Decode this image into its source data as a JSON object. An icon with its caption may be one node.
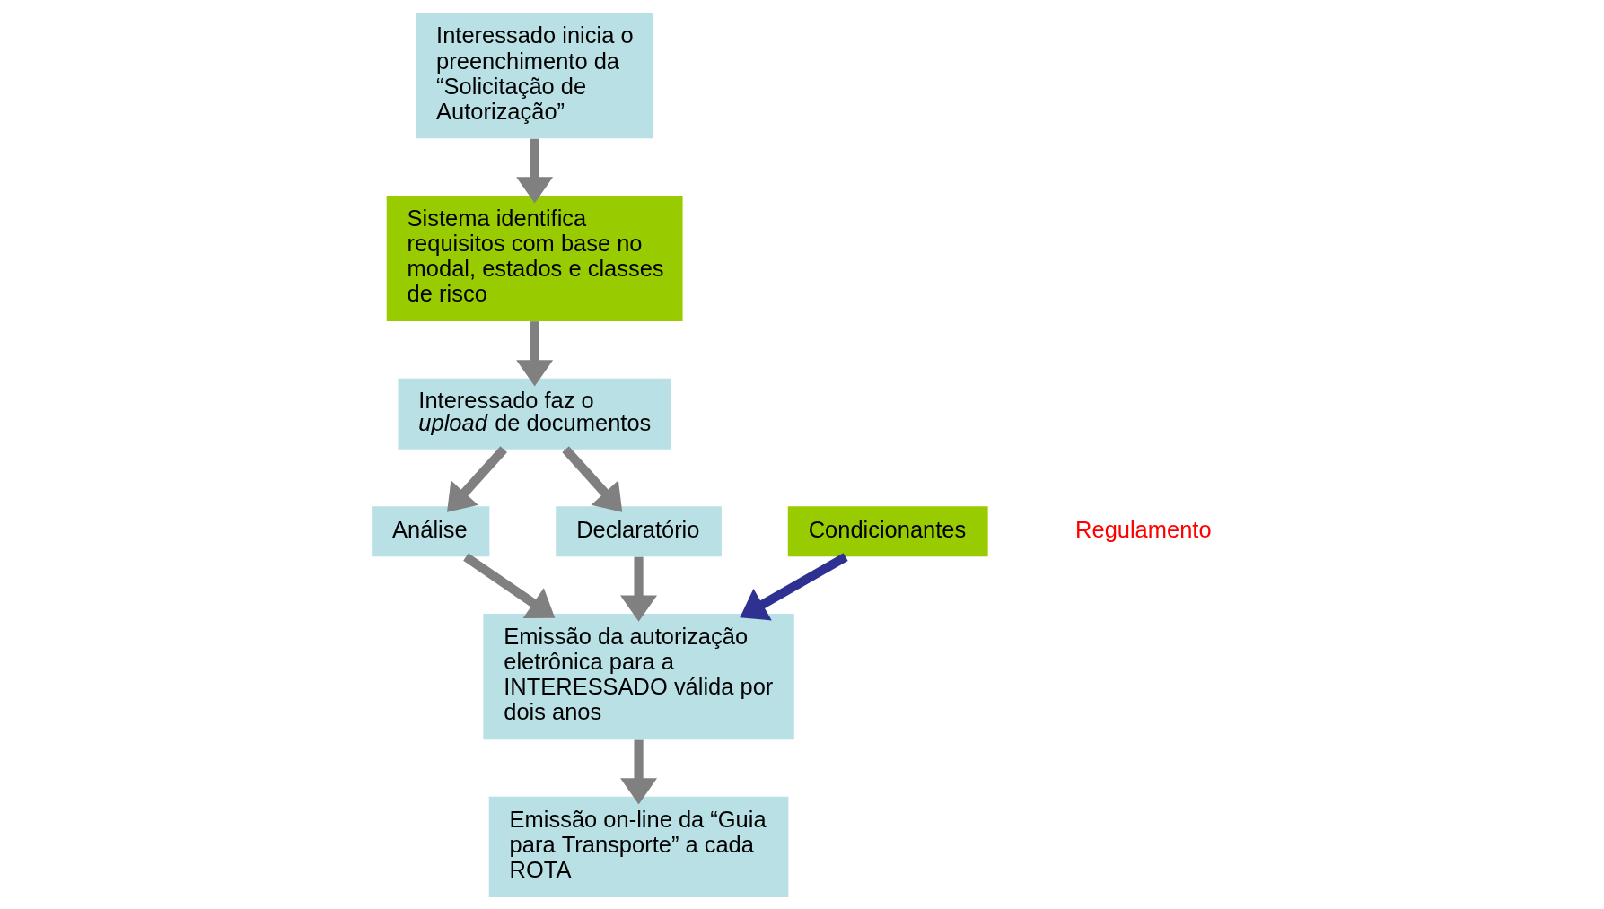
{
  "diagram": {
    "nodes": [
      {
        "text": [
          "Interessado inicia o preenchimento da “Solicitação de Autorização”"
        ]
      },
      {
        "text": [
          "Sistema identifica requisitos com base no modal, estados e classes de risco"
        ]
      },
      {
        "text": [
          "Interessado faz o *upload* de documentos"
        ]
      },
      {
        "text": [
          "Análise"
        ]
      },
      {
        "text": [
          "Declaratório"
        ]
      },
      {
        "text": [
          "Emissão da autorização eletrônica para a INTERESSADO válida por dois anos"
        ]
      },
      {
        "text": [
          "Condicionantes"
        ]
      },
      {
        "text": [
          "Emissão on-line da “Guia para Transporte” a cada ROTA"
        ]
      }
    ],
    "edges": [
      {
        "from": 0,
        "to": 1,
        "arrow": "to"
      },
      {
        "from": 1,
        "to": 2,
        "arrow": "to"
      },
      {
        "from": 2,
        "to": 3,
        "arrow": "to"
      },
      {
        "from": 2,
        "to": 4,
        "arrow": "to"
      },
      {
        "from": 3,
        "to": 5,
        "arrow": "to"
      },
      {
        "from": 4,
        "to": 5,
        "arrow": "to"
      },
      {
        "from": 6,
        "to": 5,
        "arrow": "to",
        "color": "#2e3192"
      },
      {
        "from": 5,
        "to": 7,
        "arrow": "to"
      }
    ],
    "labels": [
      "Regulamento"
    ]
  }
}
